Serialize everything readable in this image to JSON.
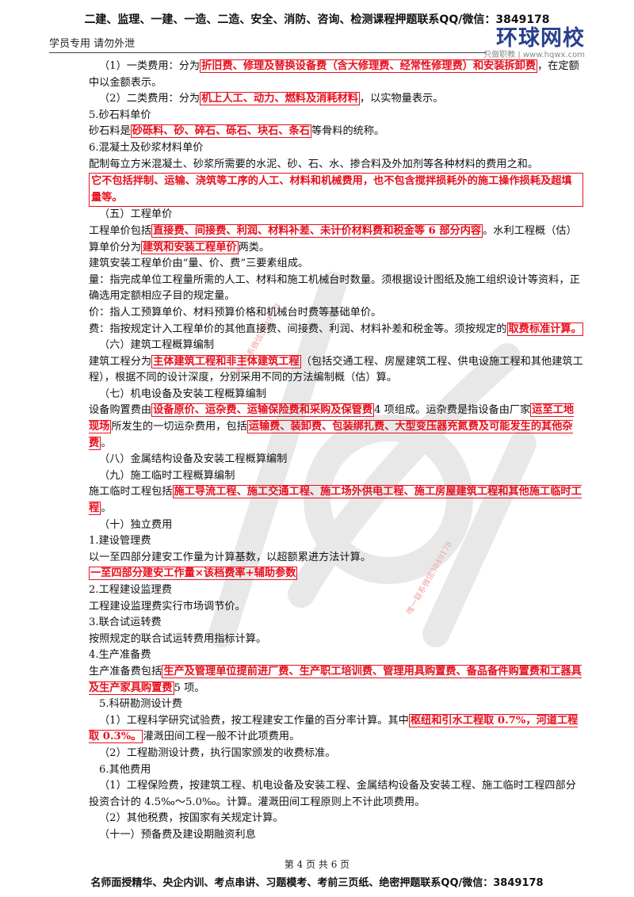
{
  "header": {
    "top_banner": "二建、监理、一建、一造、二造、安全、消防、咨询、检测课程押题联系QQ/微信：3849178",
    "left_note": "学员专用 请勿外泄",
    "logo_main": "环球网校",
    "logo_sub": "只做职教 | www.hqwx.com"
  },
  "watermark": {
    "small_text_1": "唯一联系微信3849178",
    "small_text_2": "唯一联系微信3849178"
  },
  "content": {
    "l01_a": "（1）一类费用：分为",
    "l01_hl": "折旧费、修理及替换设备费（含大修理费、经常性修理费）和安装拆卸费",
    "l01_b": "，在定额中以金额表示。",
    "l02_a": "（2）二类费用：分为",
    "l02_hl": "机上人工、动力、燃料及消耗材料",
    "l02_b": "，以实物量表示。",
    "l03": "5.砂石料单价",
    "l04_a": "砂石料是",
    "l04_hl": "砂砾料、砂、碎石、砾石、块石、条石",
    "l04_b": "等骨料的统称。",
    "l05": "6.混凝土及砂浆材料单价",
    "l06": "配制每立方米混凝土、砂浆所需要的水泥、砂、石、水、掺合料及外加剂等各种材料的费用之和。",
    "l07_hl": "它不包括拌制、运输、浇筑等工序的人工、材料和机械费用，也不包含搅拌损耗外的施工操作损耗及超填量等。",
    "l08": "（五）工程单价",
    "l09_a": "工程单价包括",
    "l09_hl": "直接费、间接费、利润、材料补差、未计价材料费和税金等 6 部分内容",
    "l09_b": "。水利工程概（估）算单价分为",
    "l09_hl2": "建筑和安装工程单价",
    "l09_c": "两类。",
    "l10": "建筑安装工程单价由“量、价、费”三要素组成。",
    "l11": "量：指完成单位工程量所需的人工、材料和施工机械台时数量。须根据设计图纸及施工组织设计等资料，正确选用定额相应子目的规定量。",
    "l12": "价：指人工预算单价、材料预算价格和机械台时费等基础单价。",
    "l13_a": "费：指按规定计入工程单价的其他直接费、间接费、利润、材料补差和税金等。须按规定的",
    "l13_hl": "取费标准计算。",
    "l14": "（六）建筑工程概算编制",
    "l15_a": "建筑工程分为",
    "l15_hl": "主体建筑工程和非主体建筑工程",
    "l15_b": "（包括交通工程、房屋建筑工程、供电设施工程和其他建筑工程），根据不同的设计深度，分别采用不同的方法编制概（估）算。",
    "l16": "（七）机电设备及安装工程概算编制",
    "l17_a": "设备购置费由",
    "l17_hl": "设备原价、运杂费、运输保险费和采购及保管费",
    "l17_b": "4 项组成。运杂费是指设备由厂家",
    "l17_hl2": "运至工地现场",
    "l17_c": "所发生的一切运杂费用，包括",
    "l17_hl3": "运输费、装卸费、包装绑扎费、大型变压器充氮费及可能发生的其他杂费",
    "l17_d": "。",
    "l18": "（八）金属结构设备及安装工程概算编制",
    "l19": "（九）施工临时工程概算编制",
    "l20_a": "施工临时工程包括",
    "l20_hl": "施工导流工程、施工交通工程、施工场外供电工程、施工房屋建筑工程和其他施工临时工程",
    "l20_b": "。",
    "l21": "（十）独立费用",
    "l22": "1.建设管理费",
    "l23": "以一至四部分建安工作量为计算基数，以超额累进方法计算。",
    "l24_hl": "一至四部分建安工作量×该档费率+辅助参数",
    "l25": "2.工程建设监理费",
    "l26": "工程建设监理费实行市场调节价。",
    "l27": "3.联合试运转费",
    "l28": "按照规定的联合试运转费用指标计算。",
    "l29": "4.生产准备费",
    "l30_a": "生产准备费包括",
    "l30_hl": "生产及管理单位提前进厂费、生产职工培训费、管理用具购置费、备品备件购置费和工器具及生产家具购置费",
    "l30_b": "5 项。",
    "l31": "5.科研勘测设计费",
    "l32_a": "（1）工程科学研究试验费，按工程建安工作量的百分率计算。其中",
    "l32_hl": "枢纽和引水工程取 0.7%，河道工程取 0.3%。",
    "l32_b": "灌溉田间工程一般不计此项费用。",
    "l33": "（2）工程勘测设计费，执行国家颁发的收费标准。",
    "l34": "6.其他费用",
    "l35": "（1）工程保险费，按建筑工程、机电设备及安装工程、金属结构设备及安装工程、施工临时工程四部分投资合计的 4.5‰～5.0‰。计算。灌溉田间工程原则上不计此项费用。",
    "l36": "（2）其他税费，按国家有关规定计算。",
    "l37": "（十一）预备费及建设期融资利息"
  },
  "footer": {
    "page_label": "第 4 页 共 6 页",
    "bottom_banner": "名师面授精华、央企内训、考点串讲、习题模考、考前三页纸、绝密押题联系QQ/微信：3849178"
  }
}
